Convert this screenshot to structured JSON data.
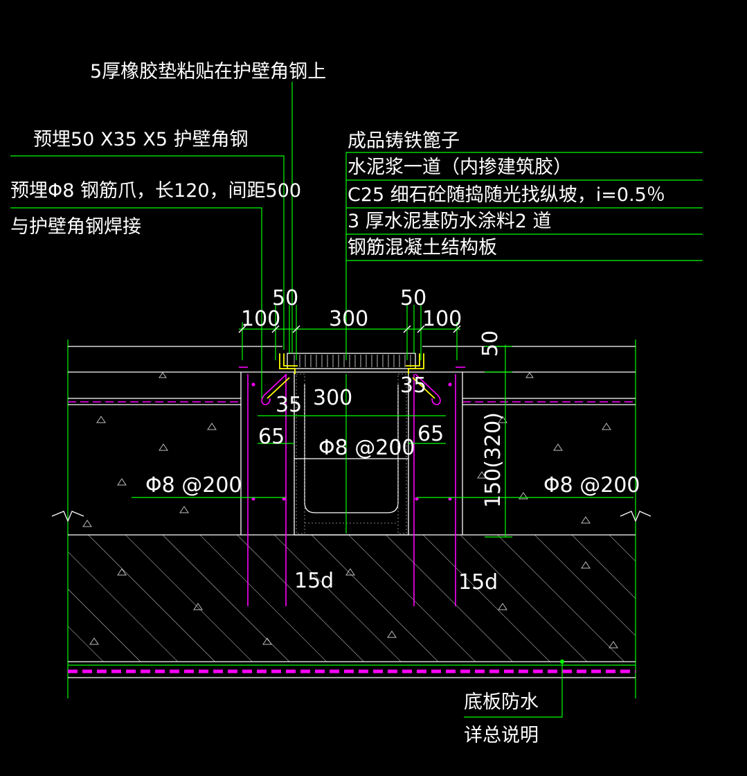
{
  "labels": {
    "rubber_pad": "5厚橡胶垫粘贴在护壁角钢上",
    "embedded_angle": "预埋50 X35 X5 护壁角钢",
    "embedded_rebar_claw": "预埋Φ8 钢筋爪，长120，间距500",
    "weld_note": "与护壁角钢焊接",
    "cast_iron_grate": "成品铸铁篦子",
    "cement_paste": "水泥浆一道（内掺建筑胶）",
    "c25_concrete": "C25 细石砼随捣随光找纵坡，i=0.5％",
    "waterproof_coating": "3 厚水泥基防水涂料2 道",
    "rc_slab": "钢筋混凝土结构板",
    "floor_waterproof": "底板防水",
    "see_general_notes": "详总说明"
  },
  "dimensions": {
    "d50_left": "50",
    "d100_left": "100",
    "d300_top": "300",
    "d50_right": "50",
    "d100_right": "100",
    "d50_vertical": "50",
    "d300_inner": "300",
    "d35_left": "35",
    "d35_right": "35",
    "d65_left": "65",
    "d65_right": "65",
    "d150_320": "150(320)",
    "rebar_center": "Φ8 @200",
    "rebar_left": "Φ8 @200",
    "rebar_right": "Φ8 @200",
    "anchor_left": "15d",
    "anchor_right": "15d"
  },
  "colors": {
    "background": "#000000",
    "leader": "#00ff00",
    "outline": "#ffffff",
    "rebar": "#ff00ff",
    "angle_steel": "#ffff00"
  }
}
